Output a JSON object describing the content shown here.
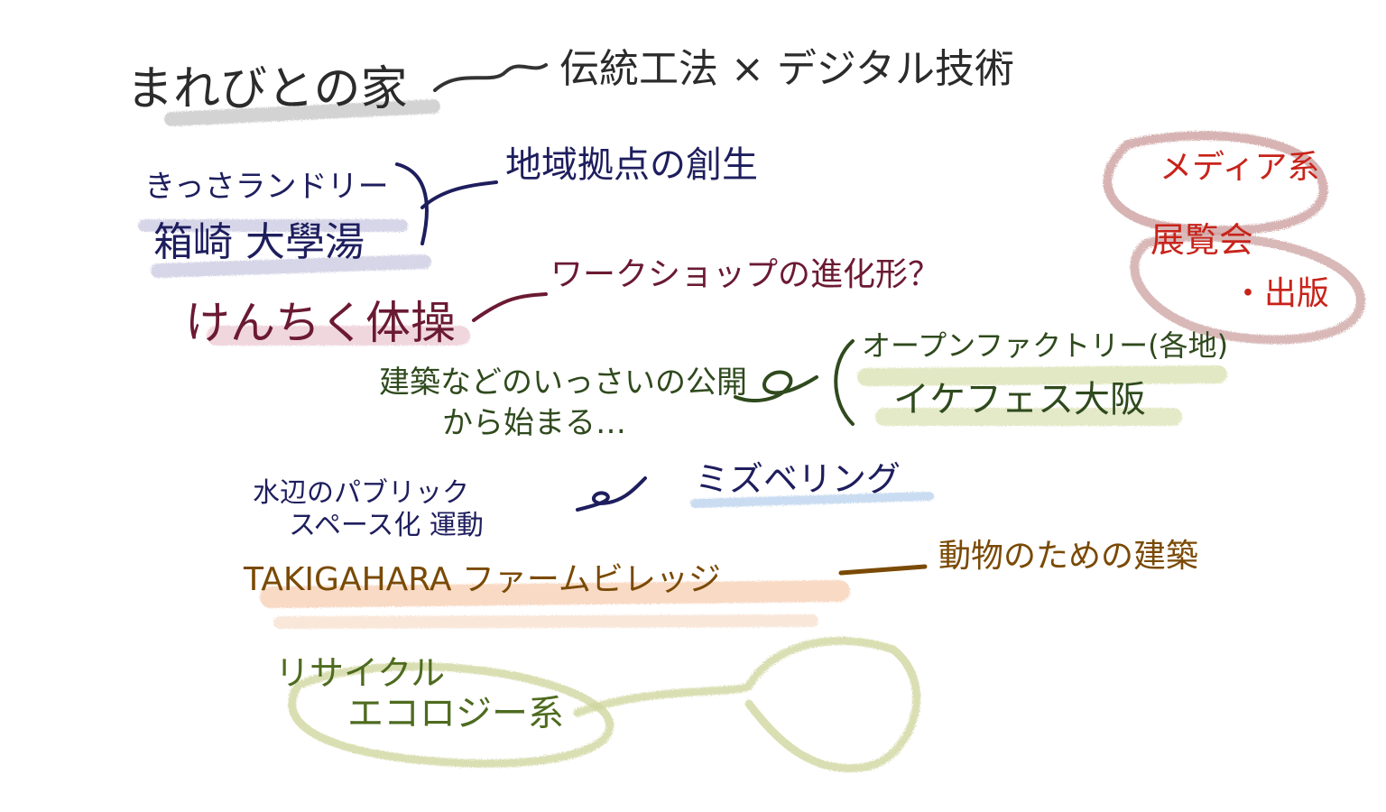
{
  "colors": {
    "ink_black": "#2b2b2b",
    "ink_navy": "#1e1e5e",
    "ink_wine": "#6b1a33",
    "ink_green": "#2f4a1d",
    "ink_brown": "#7a4a05",
    "ink_red": "#c8231a",
    "ink_olive": "#4e6b1f",
    "highlight_gray": "#b9b9b9",
    "highlight_lavender": "#b8b8d8",
    "highlight_pink": "#e8c2cc",
    "highlight_green": "#d6deaa",
    "highlight_blue": "#bfd6ee",
    "highlight_orange": "#f3c7a8",
    "circle_rose": "#c99a9a",
    "circle_olive": "#cdd49a"
  },
  "notes": {
    "title": "まれびとの家",
    "title_theme": "伝統工法 × デジタル技術",
    "kissa_laundry": "きっさランドリー",
    "hakone": "箱崎 大學湯",
    "local_hub": "地域拠点の創生",
    "kenchiku_taiso": "けんちく体操",
    "workshop_evolution": "ワークショップの進化形？",
    "public_line1": "建築などのいっさいの公開",
    "public_line2": "から始まる…",
    "open_factory": "オープンファクトリー(各地)",
    "ikefes": "イケフェス大阪",
    "waterfront_line1": "水辺のパブリック",
    "waterfront_line2": "スペース化 運動",
    "mizbering": "ミズベリング",
    "takigahara": "TAKIGAHARA ファームビレッジ",
    "animal_architecture": "動物のための建築",
    "media": "メディア系",
    "exhibition": "展覧会",
    "publication": "・出版",
    "recycle": "リサイクル",
    "ecology": "エコロジー系"
  }
}
